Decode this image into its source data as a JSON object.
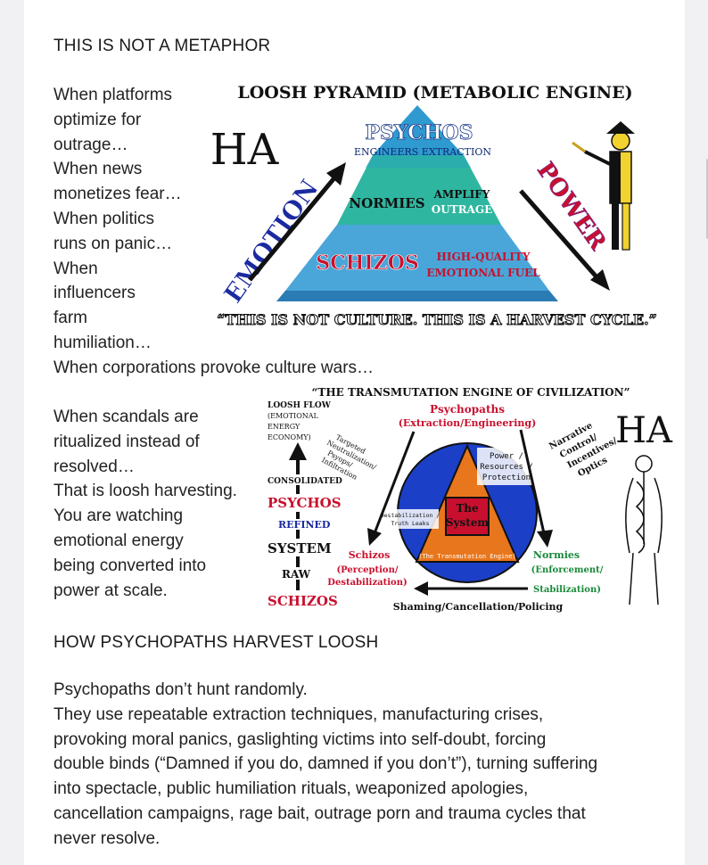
{
  "heading1": "THIS IS NOT A METAPHOR",
  "para1": [
    "When platforms",
    "optimize for",
    "outrage…",
    "When news",
    "monetizes fear…",
    "When politics",
    "runs on panic…",
    "When",
    "influencers",
    "farm",
    "humiliation…",
    "When corporations provoke culture wars…"
  ],
  "para2": [
    "When scandals are",
    "ritualized instead of",
    "resolved…",
    "That is loosh harvesting.",
    "You are watching",
    "emotional energy",
    "being converted into",
    "power at scale."
  ],
  "heading2": "HOW PSYCHOPATHS HARVEST LOOSH",
  "para3": [
    "Psychopaths don’t hunt randomly.",
    "They use repeatable extraction techniques, manufacturing crises,",
    "provoking moral panics, gaslighting victims into self-doubt, forcing",
    "double binds (“Damned if you do, damned if you don’t”), turning suffering",
    "into spectacle, public humiliation rituals, weaponized apologies,",
    "cancellation campaigns, rage bait, outrage porn and trauma cycles that",
    "never resolve."
  ],
  "pyramid": {
    "title": "LOOSH PYRAMID (METABOLIC ENGINE)",
    "logo": "HA",
    "left_label": "EMOTION",
    "right_label": "POWER",
    "top_tier": "PSYCHOS",
    "top_sub": "ENGINEERS EXTRACTION",
    "mid_tier": "NORMIES",
    "mid_sub": [
      "AMPLIFY",
      "OUTRAGE"
    ],
    "low_tier": "SCHIZOS",
    "low_sub": [
      "HIGH-QUALITY",
      "EMOTIONAL FUEL"
    ],
    "quote": "“THIS IS NOT CULTURE. THIS IS A HARVEST CYCLE.”"
  },
  "engine": {
    "title": "“THE TRANSMUTATION ENGINE OF CIVILIZATION”",
    "logo": "HA",
    "flow_title": [
      "LOOSH FLOW",
      "(EMOTIONAL",
      "ENERGY",
      "ECONOMY)"
    ],
    "consolidated": "CONSOLIDATED",
    "psychos": "PSYCHOS",
    "refined": "REFINED",
    "system": "SYSTEM",
    "raw": "RAW",
    "schizos": "SCHIZOS",
    "psychopaths": "Psychopaths",
    "psychopaths_sub": "(Extraction/Engineering)",
    "targeted": [
      "Targeted",
      "Neutralization/",
      "Psyops/",
      "Infiltration"
    ],
    "power_box": [
      "Power /",
      "Resources /",
      "Protection"
    ],
    "center": [
      "The",
      "System"
    ],
    "destab": [
      "Destabilization /",
      "Truth Leaks"
    ],
    "engine_label": "(The Transmutation Engine)",
    "narrative": [
      "Narrative",
      "Control/",
      "Incentives/",
      "Optics"
    ],
    "schizos_node": "Schizos",
    "schizos_sub": [
      "(Perception/",
      "Destabilization)"
    ],
    "normies_node": "Normies",
    "normies_sub": [
      "(Enforcement/",
      "Stabilization)"
    ],
    "bottom": "Shaming/Cancellation/Policing"
  },
  "colors": {
    "accent_red": "#c8102e",
    "navy": "#1b2a7a",
    "teal": "#1aa39a",
    "yellow": "#f2d22e"
  }
}
